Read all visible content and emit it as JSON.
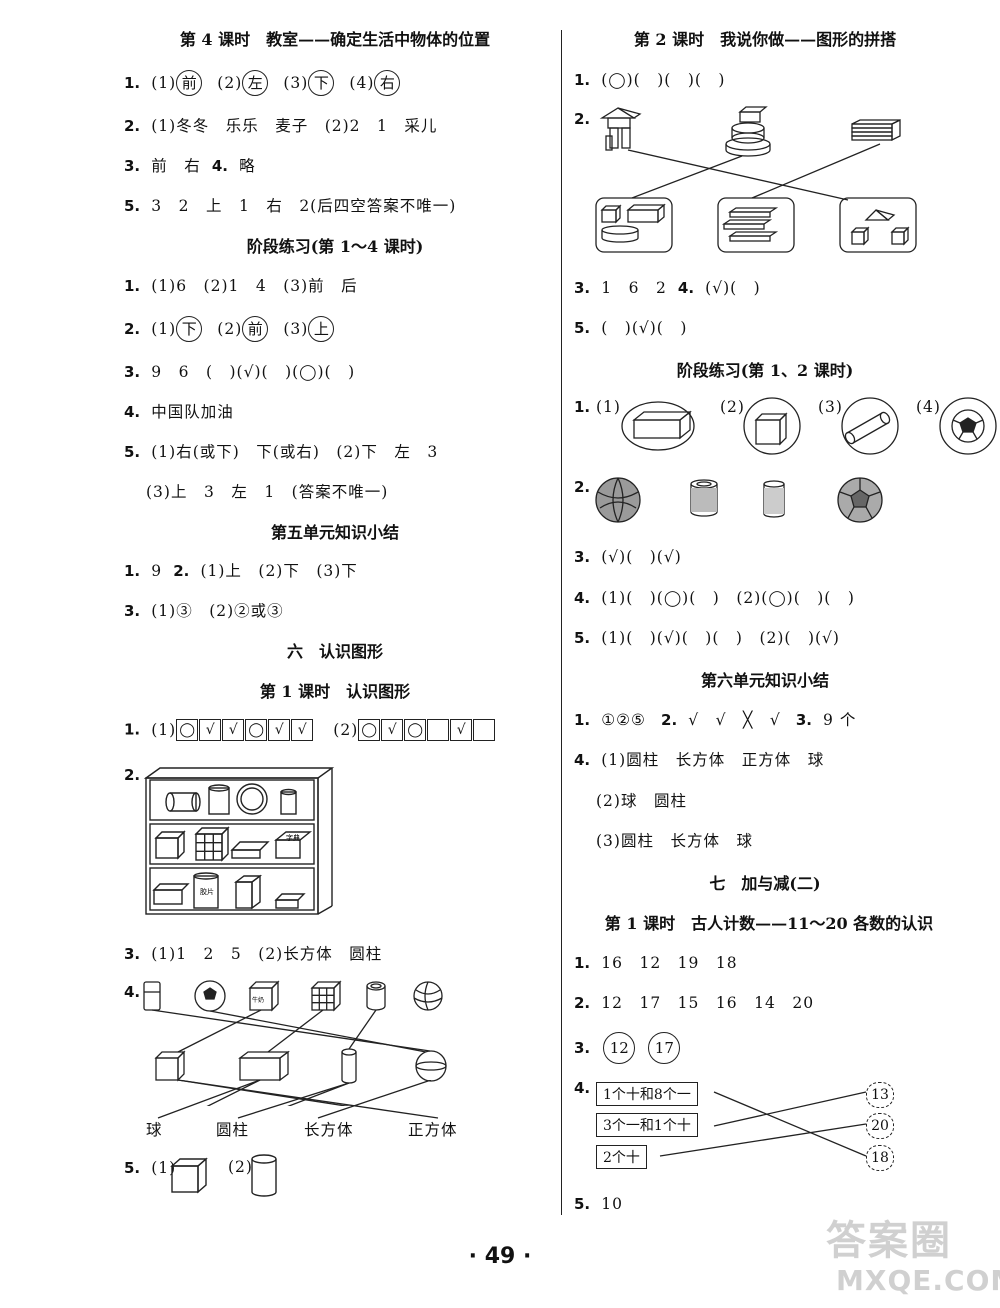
{
  "left": {
    "h1": "第 4 课时　教室——确定生活中物体的位置",
    "s1": {
      "q1": {
        "n": "1.",
        "t": [
          "(1)",
          "前",
          "(2)",
          "左",
          "(3)",
          "下",
          "(4)",
          "右"
        ]
      },
      "q2": {
        "n": "2.",
        "t": "(1)冬冬　乐乐　麦子　(2)2　1　采儿"
      },
      "q3": {
        "n": "3.",
        "t": "前　右",
        "n2": "4.",
        "t2": "略"
      },
      "q5": {
        "n": "5.",
        "t": "3　2　上　1　右　2(后四空答案不唯一)"
      }
    },
    "h2": "阶段练习(第 1～4 课时)",
    "s2": {
      "q1": {
        "n": "1.",
        "t": "(1)6　(2)1　4　(3)前　后"
      },
      "q2": {
        "n": "2.",
        "t": [
          "(1)",
          "下",
          "(2)",
          "前",
          "(3)",
          "上"
        ]
      },
      "q3": {
        "n": "3.",
        "t": "9　6　(　)(√)(　)(◯)(　)"
      },
      "q4": {
        "n": "4.",
        "t": "中国队加油"
      },
      "q5": {
        "n": "5.",
        "t": "(1)右(或下)　下(或右)　(2)下　左　3",
        "t2": "(3)上　3　左　1　(答案不唯一)"
      }
    },
    "h3": "第五单元知识小结",
    "s3": {
      "q1": {
        "n": "1.",
        "t": "9",
        "n2": "2.",
        "t2": "(1)上　(2)下　(3)下"
      },
      "q3": {
        "n": "3.",
        "t": "(1)③　(2)②或③"
      }
    },
    "h4": "六　认识图形",
    "h5": "第 1 课时　认识图形",
    "s4": {
      "q1": {
        "n": "1.",
        "p1": "(1)",
        "boxes1": [
          "◯",
          "√",
          "√",
          "◯",
          "√",
          "√"
        ],
        "p2": "(2)",
        "boxes2": [
          "◯",
          "√",
          "◯",
          "",
          "√",
          ""
        ]
      },
      "q2": {
        "n": "2.",
        "book": "字典",
        "film": "胶片"
      },
      "q3": {
        "n": "3.",
        "t": "(1)1　2　5　(2)长方体　圆柱"
      },
      "q4": {
        "n": "4.",
        "labels": [
          "球",
          "圆柱",
          "长方体",
          "正方体"
        ],
        "box_text": "牛奶"
      },
      "q5": {
        "n": "5.",
        "p1": "(1)",
        "p2": "(2)"
      }
    }
  },
  "right": {
    "h1": "第 2 课时　我说你做——图形的拼搭",
    "s1": {
      "q1": {
        "n": "1.",
        "t": "(◯)(　)(　)(　)"
      },
      "q2": {
        "n": "2."
      },
      "q3": {
        "n": "3.",
        "t": "1　6　2",
        "n2": "4.",
        "t2": "(√)(　)"
      },
      "q5": {
        "n": "5.",
        "t": "(　)(√)(　)"
      }
    },
    "h2": "阶段练习(第 1、2 课时)",
    "s2": {
      "q1": {
        "n": "1.",
        "labels": [
          "(1)",
          "(2)",
          "(3)",
          "(4)"
        ]
      },
      "q2": {
        "n": "2."
      },
      "q3": {
        "n": "3.",
        "t": "(√)(　)(√)"
      },
      "q4": {
        "n": "4.",
        "t": "(1)(　)(◯)(　)　(2)(◯)(　)(　)"
      },
      "q5": {
        "n": "5.",
        "t": "(1)(　)(√)(　)(　)　(2)(　)(√)"
      }
    },
    "h3": "第六单元知识小结",
    "s3": {
      "q1": {
        "n": "1.",
        "t": "①②⑤",
        "n2": "2.",
        "t2": "√　√　╳　√",
        "n3": "3.",
        "t3": "9 个"
      },
      "q4": {
        "n": "4.",
        "t": "(1)圆柱　长方体　正方体　球",
        "t2": "(2)球　圆柱",
        "t3": "(3)圆柱　长方体　球"
      }
    },
    "h4": "七　加与减(二)",
    "h5": "第 1 课时　古人计数——11～20 各数的认识",
    "s4": {
      "q1": {
        "n": "1.",
        "t": "16　12　19　18"
      },
      "q2": {
        "n": "2.",
        "t": "12　17　15　16　14　20"
      },
      "q3": {
        "n": "3.",
        "c1": "12",
        "c2": "17"
      },
      "q4": {
        "n": "4.",
        "boxes": [
          "1个十和8个一",
          "3个一和1个十",
          "2个十"
        ],
        "flowers": [
          "13",
          "20",
          "18"
        ]
      },
      "q5": {
        "n": "5.",
        "t": "10"
      }
    }
  },
  "footer": {
    "page": "· 49 ·"
  },
  "watermark": {
    "top": "答案圈",
    "bottom": "MXQE.COM"
  }
}
